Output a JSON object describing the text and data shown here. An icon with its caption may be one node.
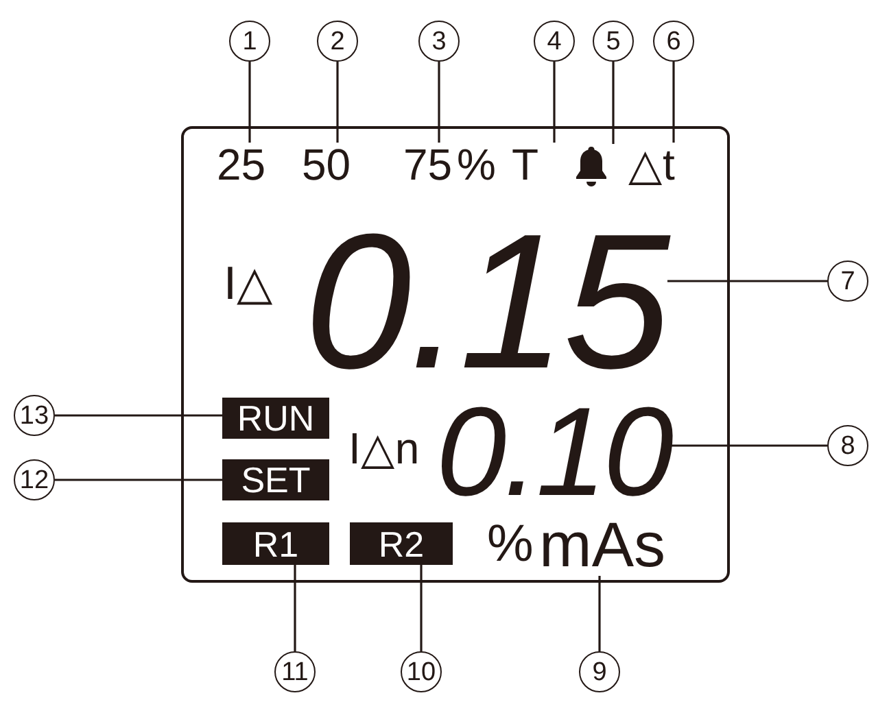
{
  "diagram": {
    "nodes": [
      {
        "text": [
          "1"
        ]
      },
      {
        "text": [
          "2"
        ]
      },
      {
        "text": [
          "3"
        ]
      },
      {
        "text": [
          "4"
        ]
      },
      {
        "text": [
          "5"
        ]
      },
      {
        "text": [
          "6"
        ]
      },
      {
        "text": [],
        "shape": "box"
      },
      {
        "text": [
          "25"
        ],
        "in": 6
      },
      {
        "text": [
          "50"
        ],
        "in": 6
      },
      {
        "text": [
          "75"
        ],
        "in": 6
      },
      {
        "text": [
          "T"
        ],
        "in": 6
      },
      {
        "text": [],
        "shape": "picture",
        "in": 6
      },
      {
        "text": [
          "△t"
        ],
        "in": 6
      },
      {
        "text": [
          "0.15"
        ],
        "in": 6
      },
      {
        "text": [
          "RUN"
        ],
        "in": 6
      },
      {
        "text": [
          "SET"
        ],
        "in": 6
      },
      {
        "text": [
          "0.10"
        ],
        "in": 6
      },
      {
        "text": [
          "R1"
        ],
        "in": 6
      },
      {
        "text": [
          "R2"
        ],
        "in": 6
      },
      {
        "text": [
          "mAs"
        ],
        "in": 6
      },
      {
        "text": [
          "7"
        ]
      },
      {
        "text": [
          "8"
        ]
      },
      {
        "text": [
          "13"
        ]
      },
      {
        "text": [
          "12"
        ]
      },
      {
        "text": [
          "11"
        ]
      },
      {
        "text": [
          "10"
        ]
      },
      {
        "text": [
          "9"
        ]
      }
    ],
    "edges": [
      {
        "from": 0,
        "to": 7,
        "arrow": "none"
      },
      {
        "from": 1,
        "to": 8,
        "arrow": "none"
      },
      {
        "from": 2,
        "to": 9,
        "arrow": "none"
      },
      {
        "from": 3,
        "to": 10,
        "arrow": "none"
      },
      {
        "from": 4,
        "to": 11,
        "arrow": "none"
      },
      {
        "from": 5,
        "to": 12,
        "arrow": "none"
      },
      {
        "from": 20,
        "to": 13,
        "arrow": "none"
      },
      {
        "from": 21,
        "to": 16,
        "arrow": "none"
      },
      {
        "from": 22,
        "to": 14,
        "arrow": "none"
      },
      {
        "from": 23,
        "to": 15,
        "arrow": "none"
      },
      {
        "from": 24,
        "to": 17,
        "arrow": "none"
      },
      {
        "from": 25,
        "to": 18,
        "arrow": "none"
      },
      {
        "from": 26,
        "to": 19,
        "arrow": "none"
      }
    ],
    "labels": [
      "%",
      "I△",
      "I△n",
      "%"
    ]
  }
}
